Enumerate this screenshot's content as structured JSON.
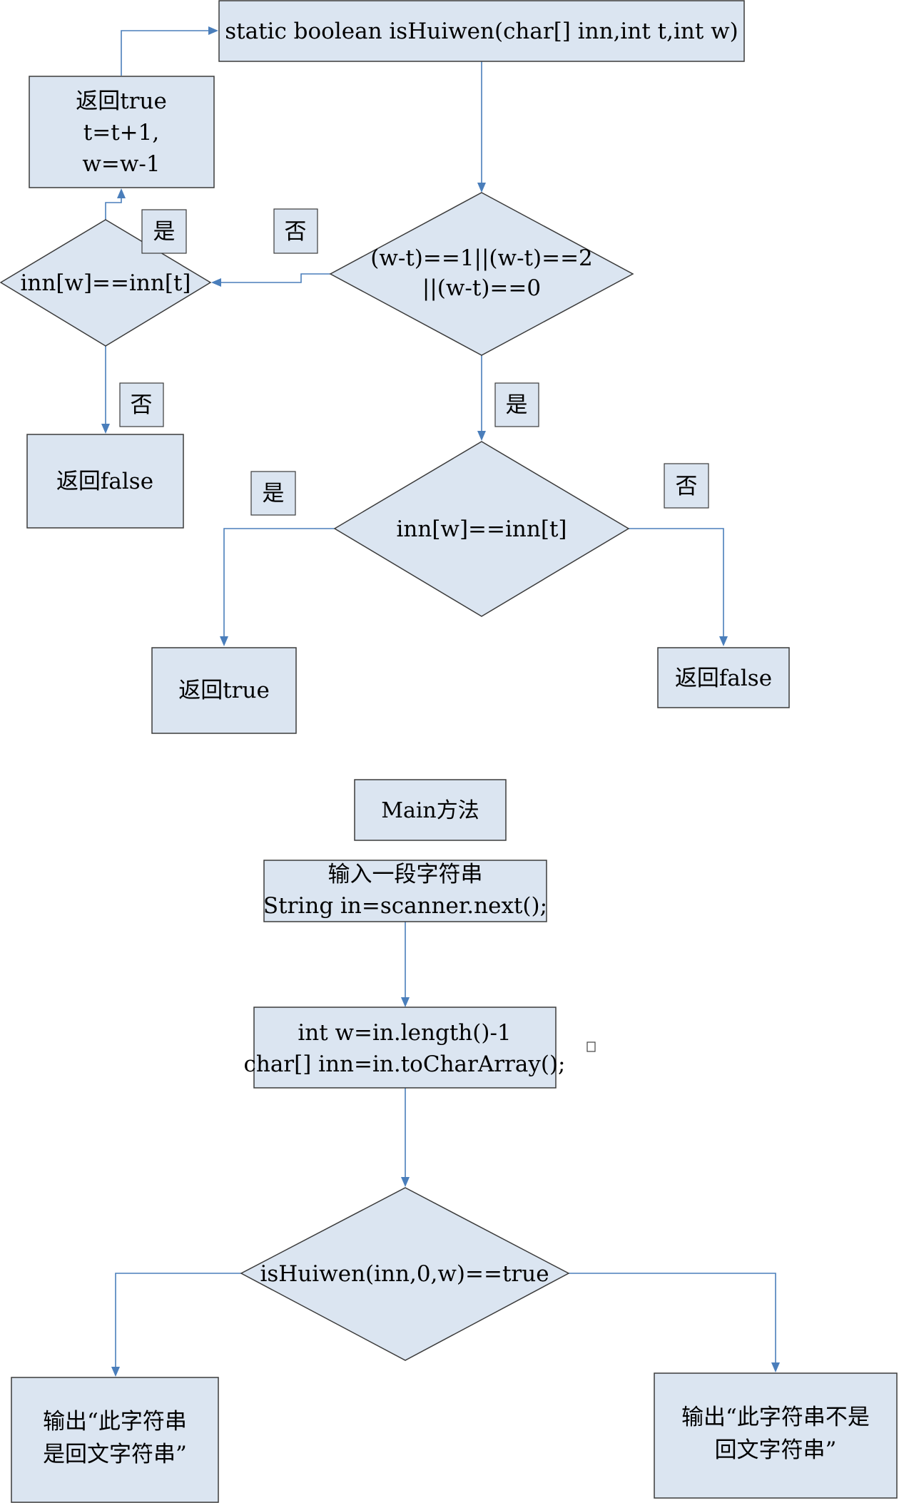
{
  "function": {
    "signature": "static boolean isHuiwen(char[] inn,int t,int w)",
    "condition_range": [
      "(w-t)==1||(w-t)==2",
      "||(w-t)==0"
    ],
    "recurse_check": "inn[w]==inn[t]",
    "recurse_box": [
      "返回true",
      "t=t+1,",
      "w=w-1"
    ],
    "recurse_false": "返回false",
    "final_check": "inn[w]==inn[t]",
    "final_true": "返回true",
    "final_false": "返回false"
  },
  "labels": {
    "yes": "是",
    "no": "否"
  },
  "main": {
    "title": "Main方法",
    "input_box": [
      "输入一段字符串",
      "String in=scanner.next();"
    ],
    "init_box": [
      "int w=in.length()-1",
      "char[] inn=in.toCharArray();"
    ],
    "decision": "isHuiwen(inn,0,w)==true",
    "output_yes": [
      "输出“此字符串",
      "是回文字符串”"
    ],
    "output_no": [
      "输出“此字符串不是",
      "回文字符串”"
    ]
  },
  "colors": {
    "fill": "#dbe5f1",
    "stroke": "#3b3b3b",
    "connector": "#4a7ebb"
  }
}
